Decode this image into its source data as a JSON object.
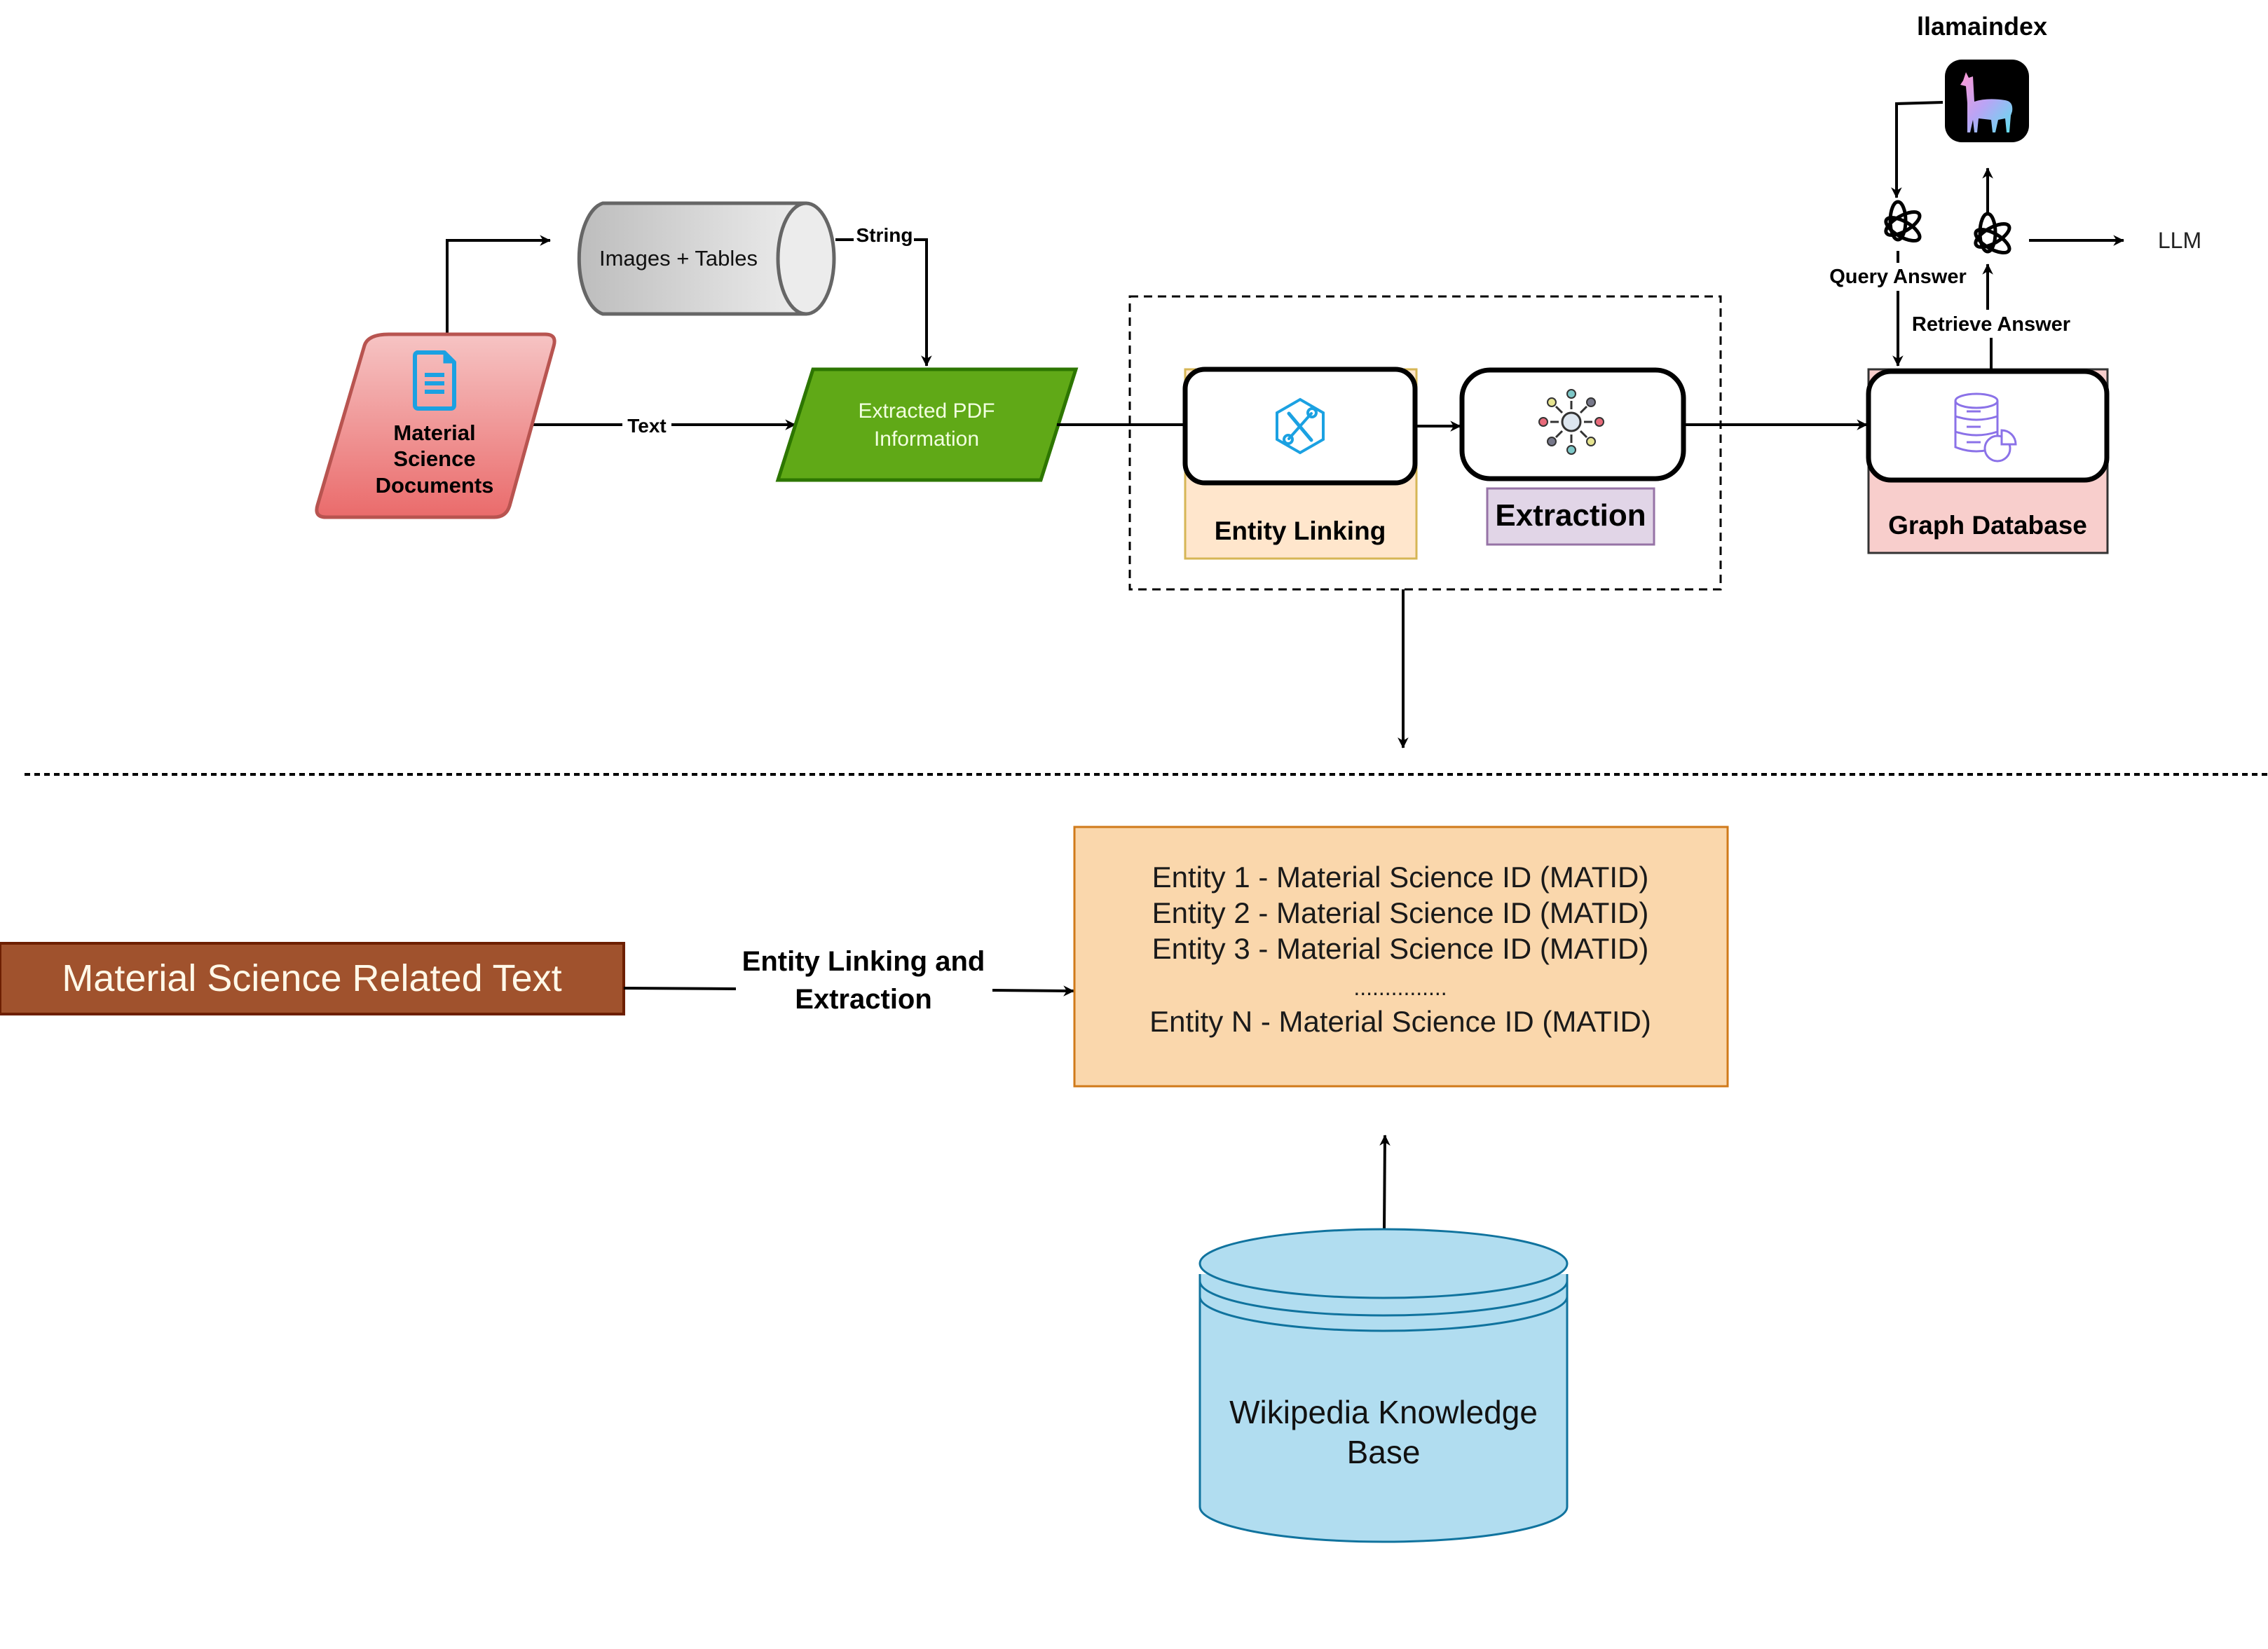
{
  "diagram": {
    "type": "pipeline-architecture",
    "top_section": {
      "nodes": {
        "documents": {
          "label_lines": [
            "Material",
            "Science",
            "Documents"
          ],
          "icon": "document-icon",
          "fill": "#f08080"
        },
        "images_tables": {
          "label": "Images + Tables",
          "shape": "horizontal-cylinder"
        },
        "extracted_pdf": {
          "label_lines": [
            "Extracted PDF",
            "Information"
          ],
          "fill": "#60a917"
        },
        "entity_linking": {
          "label": "Entity Linking",
          "icon": "tools-hexagon-icon",
          "fill": "#ffe6cc"
        },
        "extraction": {
          "label": "Extraction",
          "icon": "network-hub-icon",
          "fill": "#e1d5e7"
        },
        "graph_database": {
          "label": "Graph Database",
          "icon": "database-chart-icon",
          "fill": "#f8cecc"
        },
        "llamaindex": {
          "label": "llamaindex",
          "icon": "llama-logo-icon"
        },
        "openai_query": {
          "icon": "openai-logo-icon"
        },
        "openai_retrieve": {
          "icon": "openai-logo-icon"
        },
        "llm": {
          "label": "LLM"
        }
      },
      "edges": {
        "text": "Text",
        "string": "String",
        "query_answer": "Query Answer",
        "retrieve_answer": "Retrieve Answer"
      }
    },
    "bottom_section": {
      "source": {
        "label": "Material Science Related Text",
        "fill": "#a0522d"
      },
      "process_label_lines": [
        "Entity Linking and",
        "Extraction"
      ],
      "entities": {
        "lines": [
          "Entity 1 - Material Science ID (MATID)",
          "Entity 2 - Material Science ID (MATID)",
          "Entity 3 - Material Science ID (MATID)",
          "...............",
          "Entity N - Material Science ID (MATID)"
        ],
        "fill": "#fad7ac"
      },
      "knowledge_base": {
        "label_lines": [
          "Wikipedia Knowledge",
          "Base"
        ],
        "fill": "#b1ddf0"
      }
    }
  }
}
